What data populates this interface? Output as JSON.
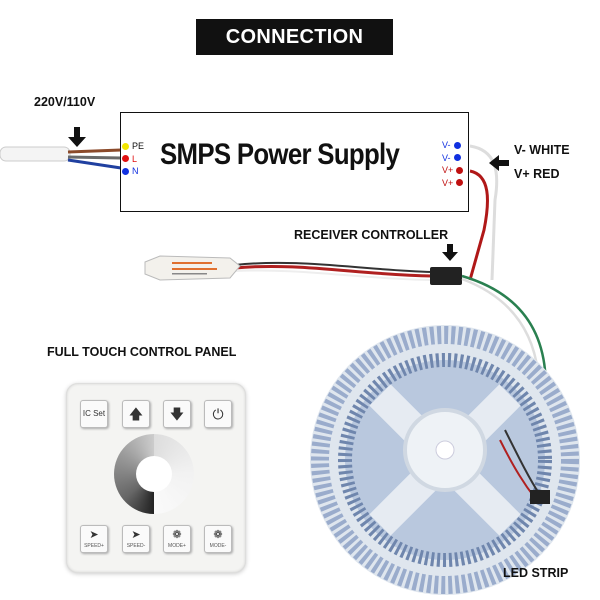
{
  "title": "CONNECTION",
  "input_voltage": "220V/110V",
  "psu": {
    "name": "SMPS Power Supply",
    "inputs": [
      {
        "label": "PE",
        "color": "#f2e600"
      },
      {
        "label": "L",
        "color": "#e01010"
      },
      {
        "label": "N",
        "color": "#1030e0"
      }
    ],
    "outputs": [
      {
        "label": "V-",
        "color": "#1030e0"
      },
      {
        "label": "V-",
        "color": "#1030e0"
      },
      {
        "label": "V+",
        "color": "#c01010"
      },
      {
        "label": "V+",
        "color": "#c01010"
      }
    ]
  },
  "wire_labels": {
    "negative": "V- WHITE",
    "positive": "V+ RED"
  },
  "receiver_label": "RECEIVER CONTROLLER",
  "panel_label": "FULL TOUCH CONTROL PANEL",
  "panel": {
    "top_keys": [
      {
        "label": "IC Set",
        "icon": "text"
      },
      {
        "label": "",
        "icon": "arrow-up-icon"
      },
      {
        "label": "",
        "icon": "arrow-down-icon"
      },
      {
        "label": "",
        "icon": "power-icon"
      }
    ],
    "bottom_keys": [
      {
        "label": "SPEED+",
        "icon": "rocket-icon"
      },
      {
        "label": "SPEED-",
        "icon": "rocket-icon"
      },
      {
        "label": "MODE+",
        "icon": "film-reel-icon"
      },
      {
        "label": "MODE-",
        "icon": "film-reel-icon"
      }
    ]
  },
  "strip_label": "LED STRIP"
}
